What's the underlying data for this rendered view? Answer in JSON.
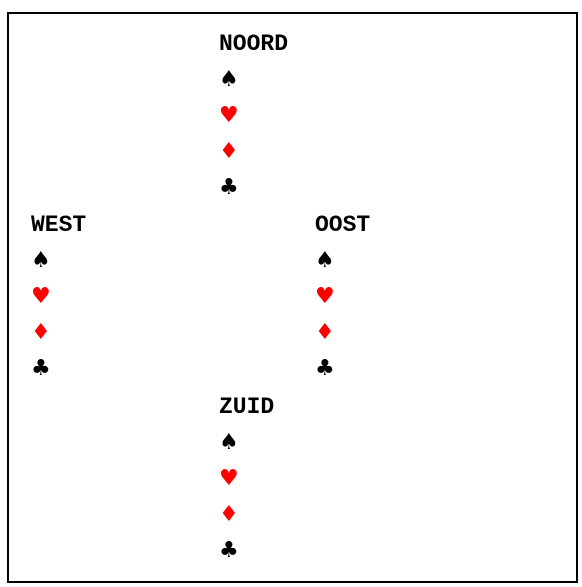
{
  "hands": {
    "north": {
      "label": "NOORD",
      "suits": [
        {
          "icon": "spade-icon",
          "glyph": "♠",
          "color": "#000000"
        },
        {
          "icon": "heart-icon",
          "glyph": "♥",
          "color": "#ff0000"
        },
        {
          "icon": "diamond-icon",
          "glyph": "♦",
          "color": "#ff0000"
        },
        {
          "icon": "club-icon",
          "glyph": "♣",
          "color": "#000000"
        }
      ]
    },
    "west": {
      "label": "WEST",
      "suits": [
        {
          "icon": "spade-icon",
          "glyph": "♠",
          "color": "#000000"
        },
        {
          "icon": "heart-icon",
          "glyph": "♥",
          "color": "#ff0000"
        },
        {
          "icon": "diamond-icon",
          "glyph": "♦",
          "color": "#ff0000"
        },
        {
          "icon": "club-icon",
          "glyph": "♣",
          "color": "#000000"
        }
      ]
    },
    "east": {
      "label": "OOST",
      "suits": [
        {
          "icon": "spade-icon",
          "glyph": "♠",
          "color": "#000000"
        },
        {
          "icon": "heart-icon",
          "glyph": "♥",
          "color": "#ff0000"
        },
        {
          "icon": "diamond-icon",
          "glyph": "♦",
          "color": "#ff0000"
        },
        {
          "icon": "club-icon",
          "glyph": "♣",
          "color": "#000000"
        }
      ]
    },
    "south": {
      "label": "ZUID",
      "suits": [
        {
          "icon": "spade-icon",
          "glyph": "♠",
          "color": "#000000"
        },
        {
          "icon": "heart-icon",
          "glyph": "♥",
          "color": "#ff0000"
        },
        {
          "icon": "diamond-icon",
          "glyph": "♦",
          "color": "#ff0000"
        },
        {
          "icon": "club-icon",
          "glyph": "♣",
          "color": "#000000"
        }
      ]
    }
  }
}
